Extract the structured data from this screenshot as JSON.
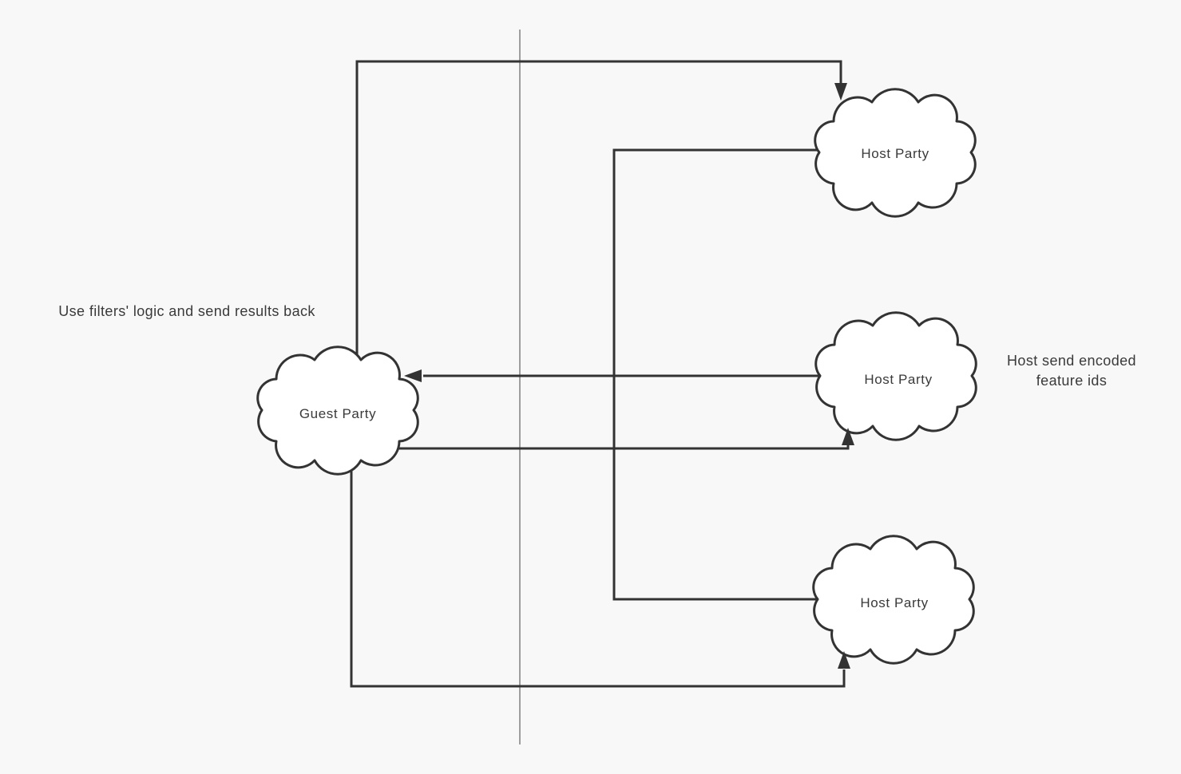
{
  "canvas": {
    "background": "#f8f8f8",
    "line_color": "#333333",
    "guide_line_color": "#9e9e9e",
    "cloud_fill": "#ffffff",
    "text_color": "#3a3a3a"
  },
  "nodes": {
    "guest": {
      "label": "Guest Party"
    },
    "host_top": {
      "label": "Host Party"
    },
    "host_mid": {
      "label": "Host Party"
    },
    "host_bottom": {
      "label": "Host Party"
    }
  },
  "annotations": {
    "left": {
      "text": "Use filters' logic and send results back"
    },
    "right": {
      "lines": [
        "Host send encoded",
        "feature ids"
      ]
    }
  }
}
